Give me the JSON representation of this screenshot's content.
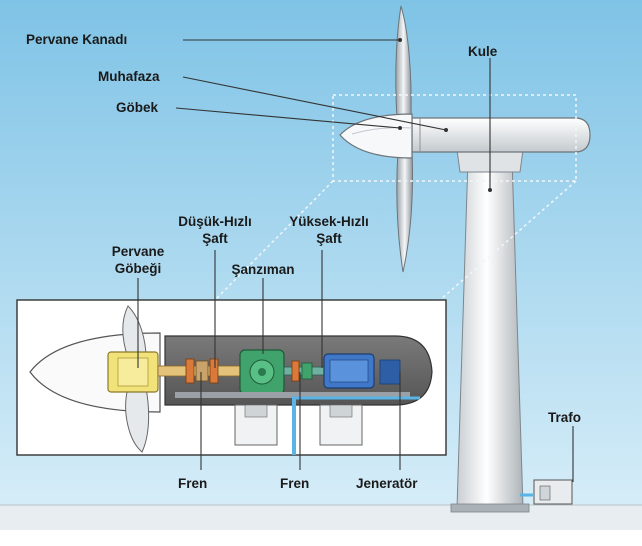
{
  "labels": {
    "blade": "Pervane Kanadı",
    "nacelle": "Muhafaza",
    "hub": "Göbek",
    "tower": "Kule",
    "rotor_hub_l1": "Pervane",
    "rotor_hub_l2": "Göbeği",
    "low_speed_l1": "Düşük-Hızlı",
    "low_speed_l2": "Şaft",
    "high_speed_l1": "Yüksek-Hızlı",
    "high_speed_l2": "Şaft",
    "gearbox": "Şanzıman",
    "brake_1": "Fren",
    "brake_2": "Fren",
    "generator": "Jeneratör",
    "transformer": "Trafo"
  },
  "colors": {
    "sky_top": "#7fc3e6",
    "sky_bottom": "#d6edf8",
    "ground": "#e7edf0",
    "inset_bg": "#6a6a6a",
    "hub_yellow": "#f2e27a",
    "gearbox_green": "#3fa36b",
    "generator_blue": "#3f78c8",
    "cable_blue": "#5ab4e6"
  }
}
